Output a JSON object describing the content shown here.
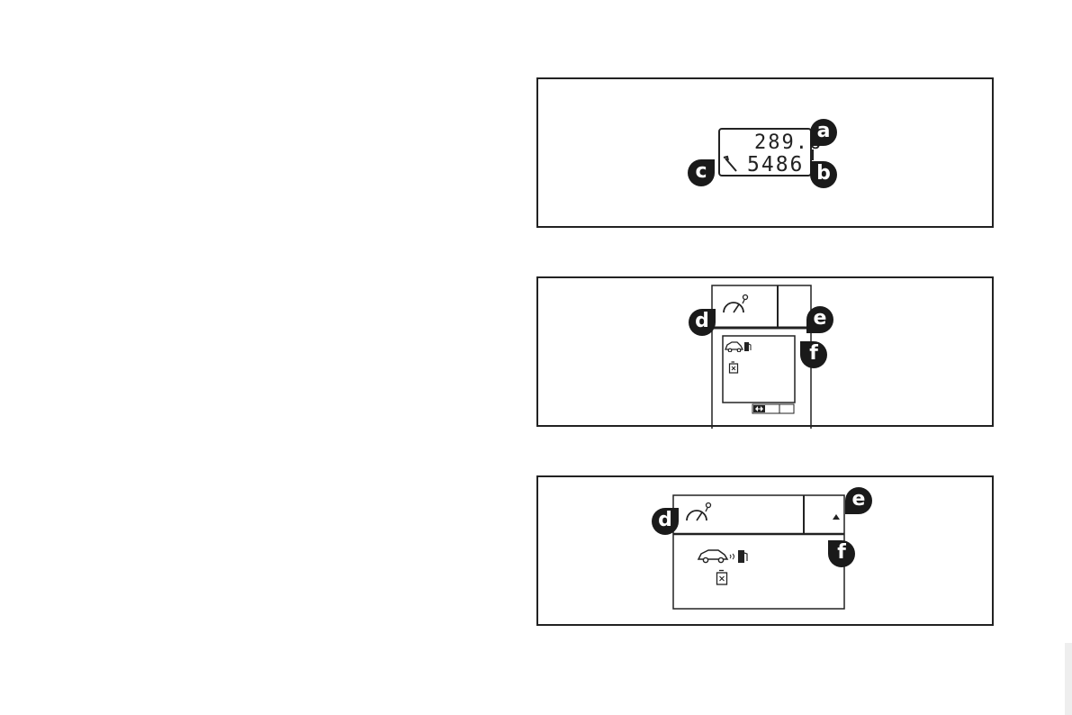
{
  "panel1": {
    "lcd": {
      "trip_value": "289.6",
      "service_value": "5486",
      "service_icon": "wrench-icon"
    },
    "markers": {
      "a": "a",
      "b": "b",
      "c": "c"
    }
  },
  "panel2": {
    "icons": [
      "speedometer-icon",
      "car-range-icon",
      "fuel-pump-icon",
      "fuel-can-icon",
      "arrows-icon"
    ],
    "markers": {
      "d": "d",
      "e": "e",
      "f": "f"
    }
  },
  "panel3": {
    "icons": [
      "speedometer-icon",
      "car-range-icon",
      "fuel-pump-icon",
      "fuel-can-icon",
      "triangle-up-icon"
    ],
    "markers": {
      "d": "d",
      "e": "e",
      "f": "f"
    }
  },
  "colors": {
    "ink": "#1a1a1a",
    "background": "#ffffff"
  }
}
